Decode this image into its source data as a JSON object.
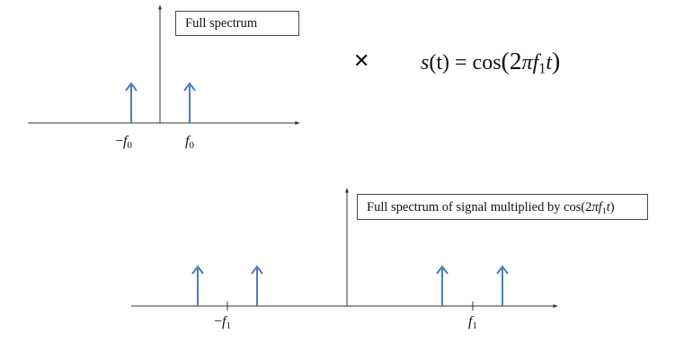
{
  "top_panel": {
    "box_label": "Full spectrum",
    "tick_labels": {
      "neg": {
        "sign": "−",
        "var": "f",
        "sub": "0"
      },
      "pos": {
        "var": "f",
        "sub": "0"
      }
    }
  },
  "multiplier": {
    "times_symbol": "✕",
    "equation": {
      "lhs": "s",
      "arg": "(t)",
      "eq": " = cos",
      "open": "(2",
      "pi": "π",
      "f": "f",
      "sub": "1",
      "t": "t",
      "close": ")"
    }
  },
  "bottom_panel": {
    "box_label_prefix": "Full spectrum of signal multiplied by cos(2",
    "box_label_pi": "π",
    "box_label_f": "f",
    "box_label_sub": "1",
    "box_label_t": "t",
    "box_label_suffix": ")",
    "tick_labels": {
      "neg": {
        "sign": "−",
        "var": "f",
        "sub": "1"
      },
      "pos": {
        "var": "f",
        "sub": "1"
      }
    }
  },
  "colors": {
    "arrow": "#4a7ebb",
    "axis": "#333333"
  }
}
